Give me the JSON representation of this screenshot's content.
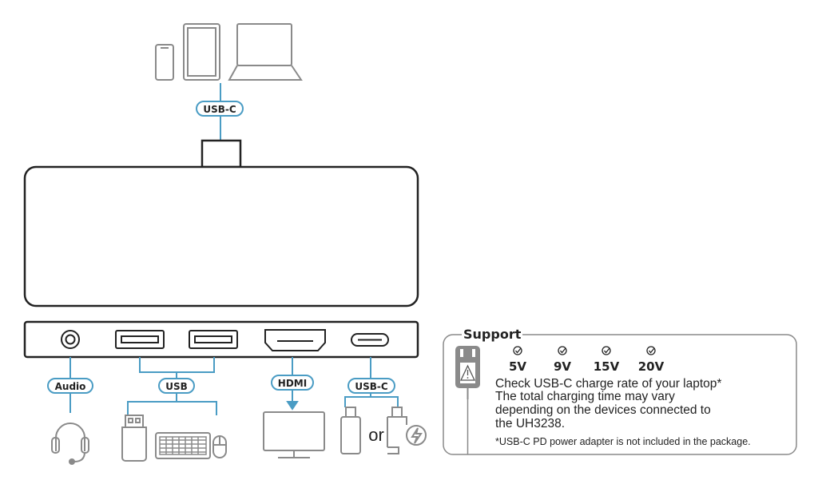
{
  "labels": {
    "top_usbc": "USB-C",
    "audio": "Audio",
    "usb": "USB",
    "hdmi": "HDMI",
    "bottom_usbc": "USB-C",
    "or": "or"
  },
  "support": {
    "title": "Support",
    "voltages": [
      "5V",
      "9V",
      "15V",
      "20V"
    ],
    "lines": [
      "Check USB-C charge rate of your laptop*",
      "The total charging time may vary",
      "depending on the devices connected to",
      "the UH3238."
    ],
    "footnote": "*USB-C PD power adapter is not included in the package."
  },
  "colors": {
    "connector_line": "#4a9cc4",
    "outline": "#222222",
    "icon_gray": "#8a8a8a"
  }
}
